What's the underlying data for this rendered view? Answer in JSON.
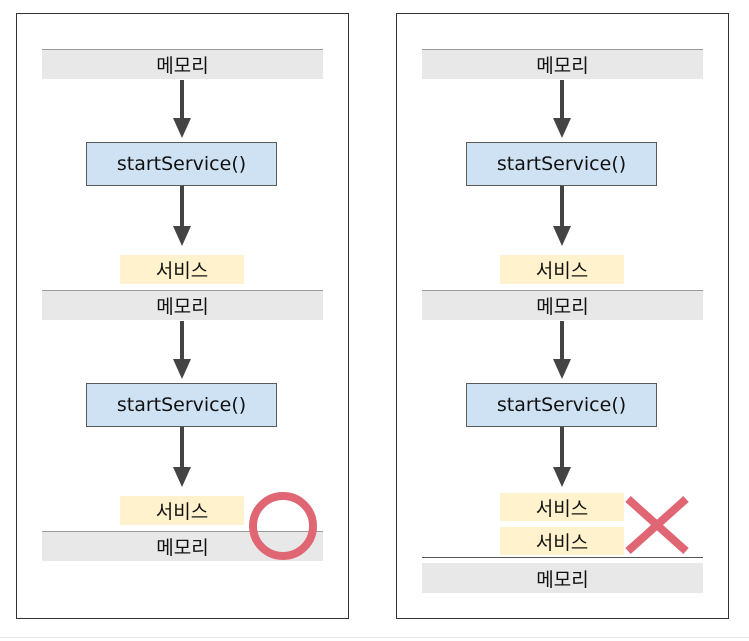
{
  "left_panel": {
    "memory_top": "메모리",
    "call_1": "startService()",
    "service_1": "서비스",
    "memory_mid": "메모리",
    "call_2": "startService()",
    "service_2": "서비스",
    "memory_bottom": "메모리"
  },
  "right_panel": {
    "memory_top": "메모리",
    "call_1": "startService()",
    "service_1": "서비스",
    "memory_mid": "메모리",
    "call_2": "startService()",
    "service_2a": "서비스",
    "service_2b": "서비스",
    "memory_bottom": "메모리"
  },
  "marks": {
    "ok_color": "#e06673",
    "fail_color": "#e06673"
  }
}
